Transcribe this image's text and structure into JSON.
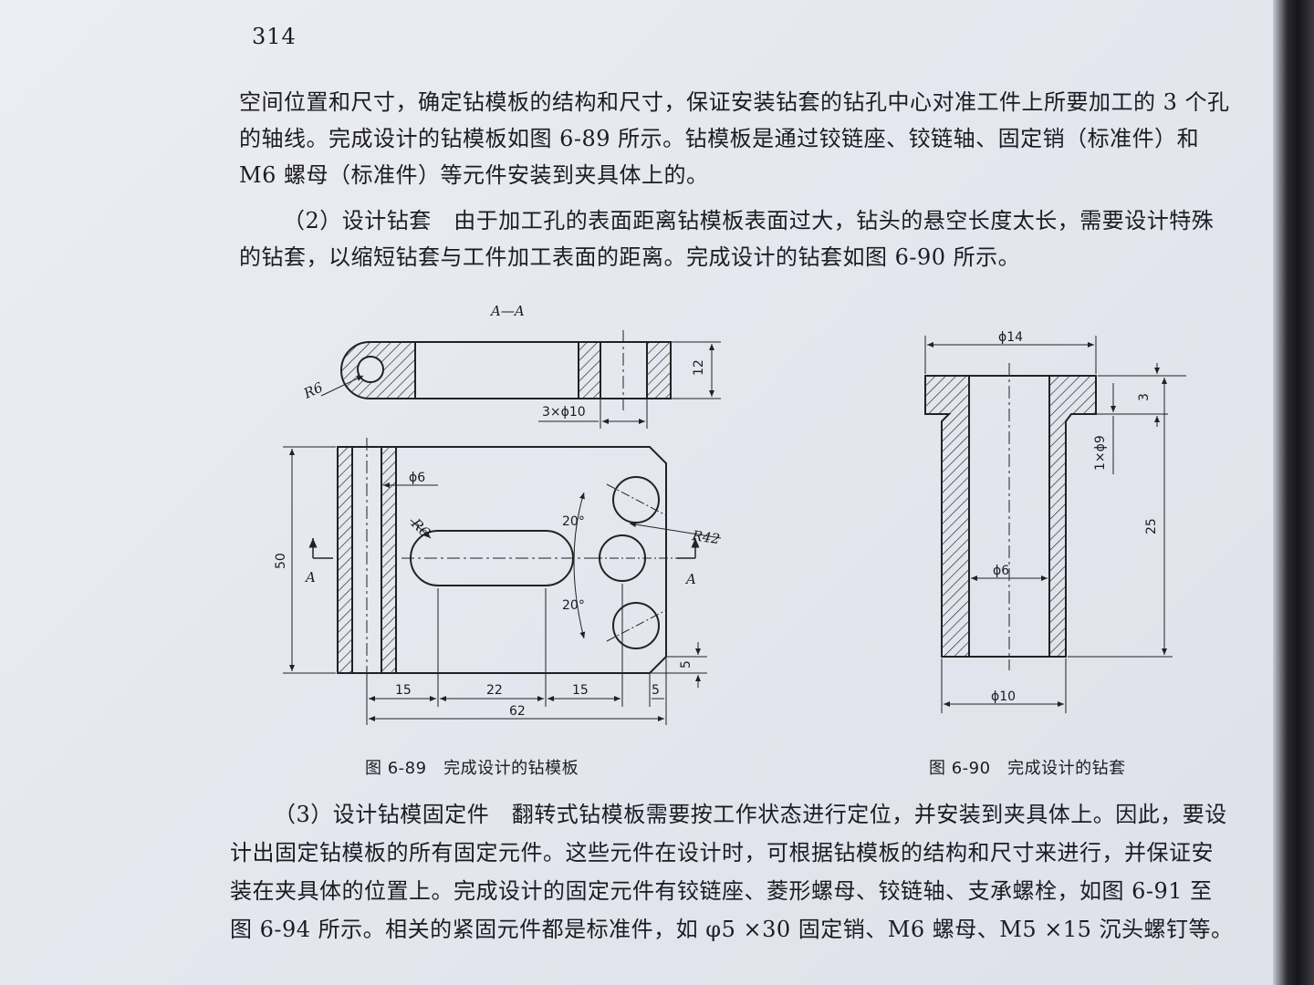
{
  "page_number": "314",
  "paragraphs": [
    "空间位置和尺寸，确定钻模板的结构和尺寸，保证安装钻套的钻孔中心对准工件上所要加工的 3 个孔的轴线。完成设计的钻模板如图 6-89 所示。钻模板是通过铰链座、铰链轴、固定销（标准件）和 M6 螺母（标准件）等元件安装到夹具体上的。",
    "（2）设计钻套　由于加工孔的表面距离钻模板表面过大，钻头的悬空长度太长，需要设计特殊的钻套，以缩短钻套与工件加工表面的距离。完成设计的钻套如图 6-90 所示。",
    "（3）设计钻模固定件　翻转式钻模板需要按工作状态进行定位，并安装到夹具体上。因此，要设计出固定钻模板的所有固定元件。这些元件在设计时，可根据钻模板的结构和尺寸来进行，并保证安装在夹具体的位置上。完成设计的固定元件有铰链座、菱形螺母、铰链轴、支承螺栓，如图 6-91 至图 6-94 所示。相关的紧固元件都是标准件，如 φ5 ×30 固定销、M6 螺母、M5 ×15 沉头螺钉等。"
  ],
  "figure_89": {
    "caption": "图 6-89　完成设计的钻模板",
    "section_label": "A—A",
    "labels": {
      "r6_top": "R6",
      "dim_12": "12",
      "holes": "3×ϕ10",
      "phi6": "ϕ6",
      "r6_slot": "R6",
      "angle_top": "20°",
      "angle_bottom": "20°",
      "r42": "R42",
      "dim_50": "50",
      "a_left": "A",
      "a_right": "A",
      "dim_5_right": "5",
      "dim_15_left": "15",
      "dim_22": "22",
      "dim_15_right": "15",
      "dim_5_bottom": "5",
      "dim_62": "62"
    }
  },
  "figure_90": {
    "caption": "图 6-90　完成设计的钻套",
    "labels": {
      "phi14": "ϕ14",
      "dim_3": "3",
      "phi9": "1×ϕ9",
      "dim_25": "25",
      "phi6": "ϕ6",
      "phi10": "ϕ10"
    }
  }
}
